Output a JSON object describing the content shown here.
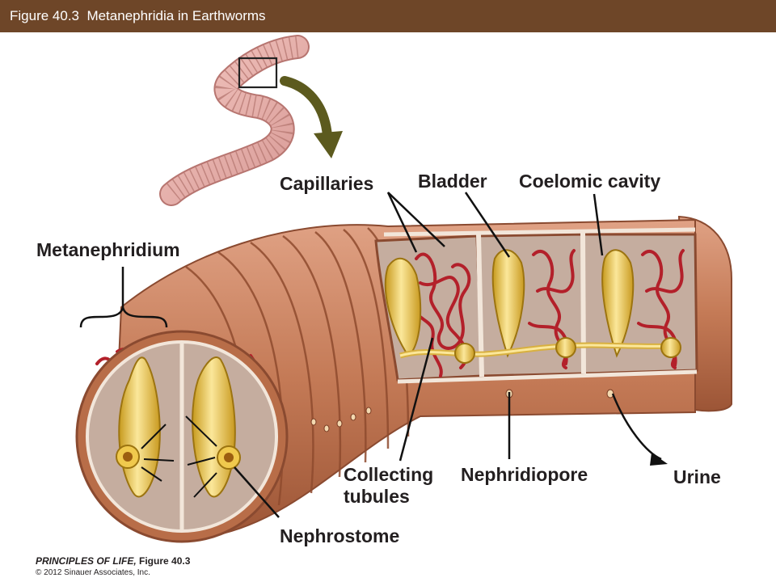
{
  "header": {
    "title": "Figure 40.3  Metanephridia in Earthworms"
  },
  "labels": {
    "capillaries": "Capillaries",
    "bladder": "Bladder",
    "coelomic_cavity": "Coelomic cavity",
    "metanephridium": "Metanephridium",
    "collecting_tubules_line1": "Collecting",
    "collecting_tubules_line2": "tubules",
    "nephridiopore": "Nephridiopore",
    "urine": "Urine",
    "nephrostome": "Nephrostome"
  },
  "footer": {
    "book": "PRINCIPLES OF LIFE",
    "figure": "Figure 40.3",
    "copyright": "© 2012 Sinauer Associates, Inc."
  },
  "colors": {
    "title_bar": "#6e4628",
    "worm_skin": "#c47a56",
    "nephridium": "#e8c04a",
    "capillary": "#b3202a",
    "arrow": "#5c5a1e"
  }
}
